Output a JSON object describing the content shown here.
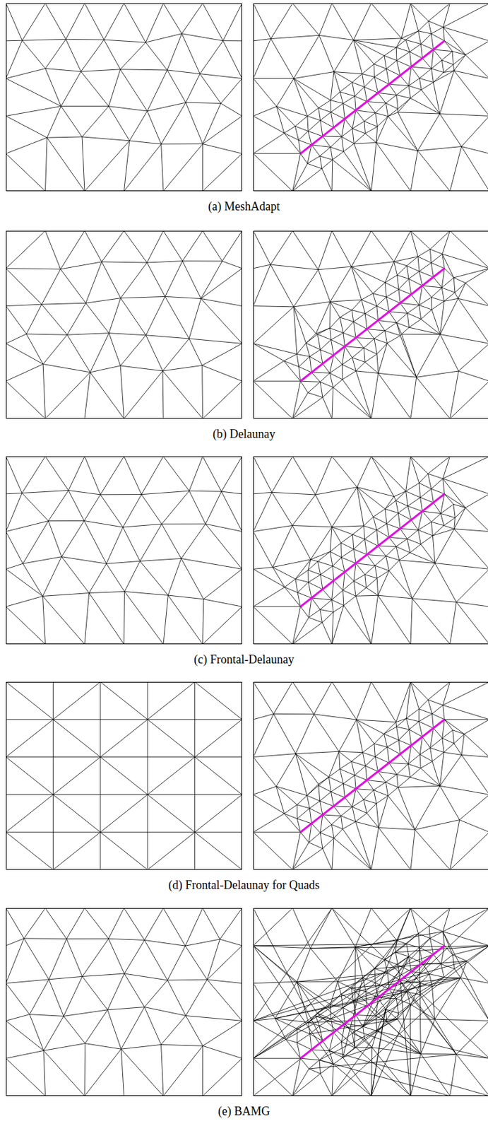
{
  "diagram": {
    "labels": [
      "(a) MeshAdapt",
      "(b) Delaunay",
      "(c) Frontal-Delaunay",
      "(d) Frontal-Delaunay for Quads",
      "(e) BAMG"
    ]
  }
}
